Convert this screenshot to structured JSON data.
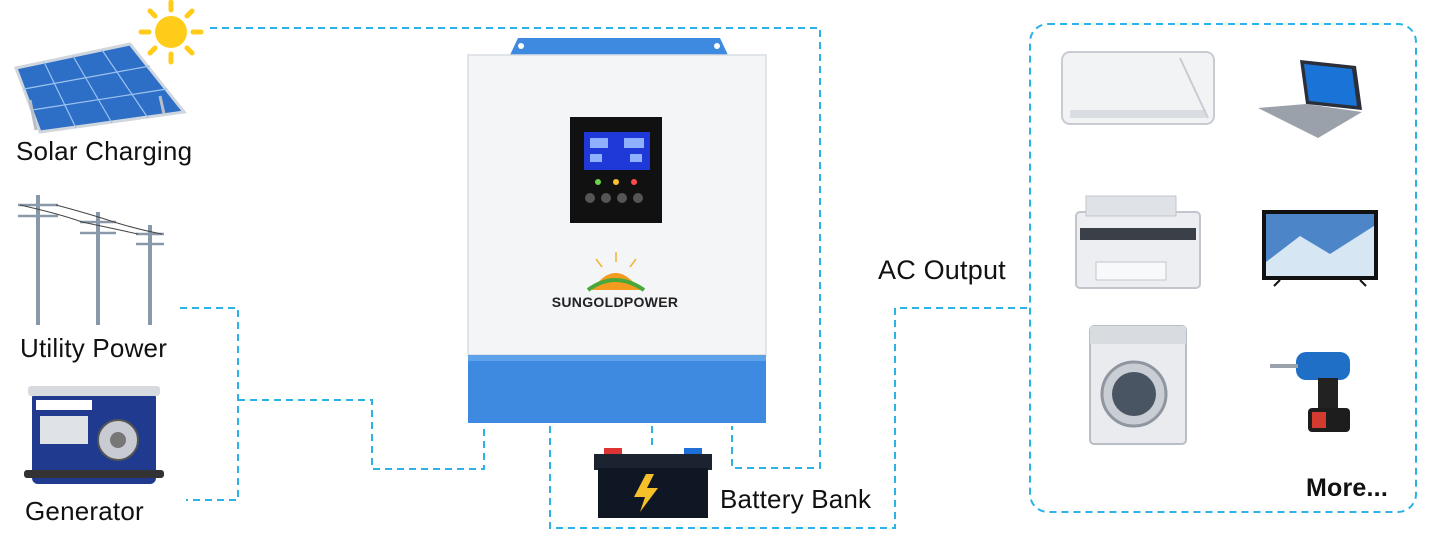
{
  "sources": {
    "solar_label": "Solar Charging",
    "utility_label": "Utility Power",
    "generator_label": "Generator"
  },
  "inverter": {
    "brand": "SUNGOLDPOWER"
  },
  "battery": {
    "label": "Battery Bank"
  },
  "output": {
    "label": "AC Output",
    "more_label": "More..."
  },
  "colors": {
    "connector": "#2bb3e6",
    "inverter_blue": "#3d8ae0",
    "inverter_body": "#f4f5f7",
    "sun": "#ffcc1a",
    "panel": "#2d6fc7"
  },
  "icons": {
    "sun": "sun-icon",
    "solar_panel": "solar-panel-icon",
    "power_lines": "power-line-icon",
    "generator": "generator-icon",
    "battery": "battery-icon",
    "air_conditioner": "air-conditioner-icon",
    "laptop": "laptop-icon",
    "printer": "printer-icon",
    "tv": "tv-icon",
    "washing_machine": "washing-machine-icon",
    "drill": "drill-icon"
  }
}
